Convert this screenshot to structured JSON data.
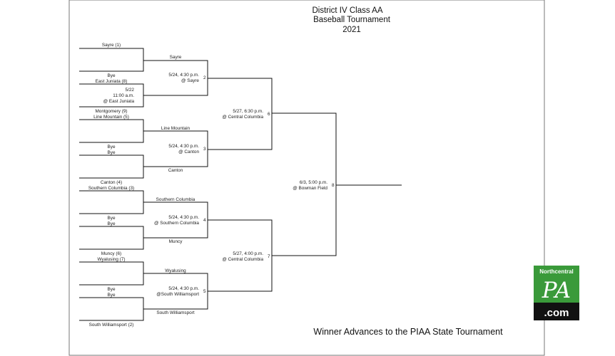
{
  "title": {
    "line1": "District IV Class AA",
    "line2": "Baseball Tournament",
    "line3": "2021"
  },
  "footer": "Winner Advances to the PIAA State Tournament",
  "logo": {
    "brand": "Northcentral",
    "mark": "PA",
    "domain": ".com",
    "colors": {
      "green": "#3a9a3a",
      "black": "#111111"
    }
  },
  "round1": {
    "sayre": "Sayre (1)",
    "bye_a": "Bye",
    "east_juniata": "East Juniata (8)",
    "ej_date": "5/22",
    "ej_time": "11:00 a.m.",
    "ej_site": "@ East Juniata",
    "montgomery": "Montgomery (9)",
    "line_mountain": "Line Mountain (5)",
    "bye_b": "Bye",
    "bye_c": "Bye",
    "canton": "Canton (4)",
    "southern_columbia": "Southern Columbia (3)",
    "bye_d": "Bye",
    "bye_e": "Bye",
    "muncy": "Muncy (6)",
    "wyalusing": "Wyalusing (7)",
    "bye_f": "Bye",
    "bye_g": "Bye",
    "south_williamsport": "South Williamsport (2)"
  },
  "round2": {
    "sayre": "Sayre",
    "g2_time": "5/24, 4:30 p.m.",
    "g2_site": "@ Sayre",
    "g2_num": "2",
    "line_mountain": "Line Mountain",
    "g3_time": "5/24, 4:30 p.m.",
    "g3_site": "@ Canton",
    "g3_num": "3",
    "canton": "Canton",
    "southern_columbia": "Southern Columbia",
    "g4_time": "5/24, 4:30 p.m.",
    "g4_site": "@ Southern Columbia",
    "g4_num": "4",
    "muncy": "Muncy",
    "wyalusing": "Wyalusing",
    "g5_time": "5/24, 4:30 p.m.",
    "g5_site": "@South Williamsport",
    "g5_num": "5",
    "south_williamsport": "South Williamsport"
  },
  "semis": {
    "g6_time": "5/27, 6:30 p.m.",
    "g6_site": "@ Central Columbia",
    "g6_num": "6",
    "g7_time": "5/27, 4:00 p.m.",
    "g7_site": "@ Central Columbia",
    "g7_num": "7"
  },
  "final": {
    "g8_time": "6/3, 5:00 p.m.",
    "g8_site": "@ Bowman Field",
    "g8_num": "8"
  }
}
